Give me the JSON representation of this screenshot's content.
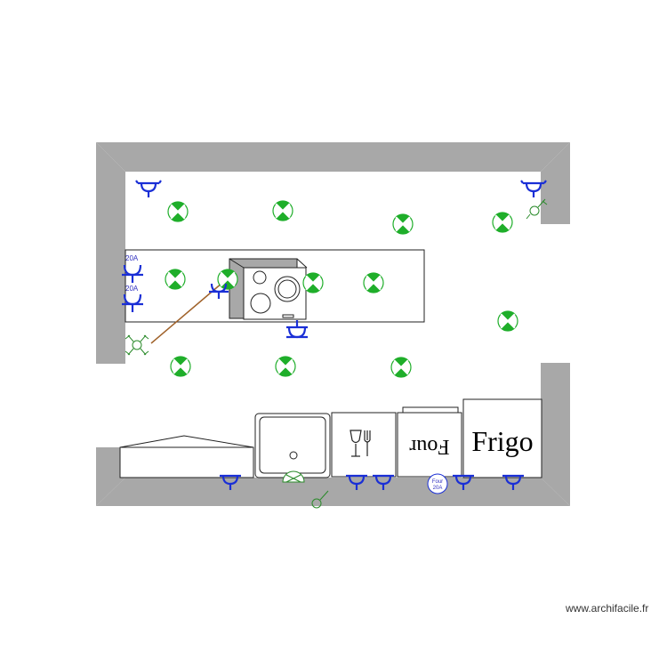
{
  "colors": {
    "wall": "#a8a8a8",
    "socket": "#1a2fd6",
    "light": "#1fae2a",
    "switch": "#2a8a2a",
    "wire": "#a0622a",
    "outline": "#222222"
  },
  "labels": {
    "socket_amp_top": "20A",
    "socket_amp_bottom": "20A",
    "oven": "Four",
    "fridge": "Frigo",
    "oven_socket_name": "Four",
    "oven_socket_amp": "20A"
  },
  "icons": {
    "socket": "socket-icon",
    "light": "ceiling-light-icon",
    "switch": "switch-icon",
    "dining": "wine-glass-fork-icon",
    "hob": "cooktop-icon",
    "sink": "sink-icon"
  },
  "credit": "www.archifacile.fr"
}
